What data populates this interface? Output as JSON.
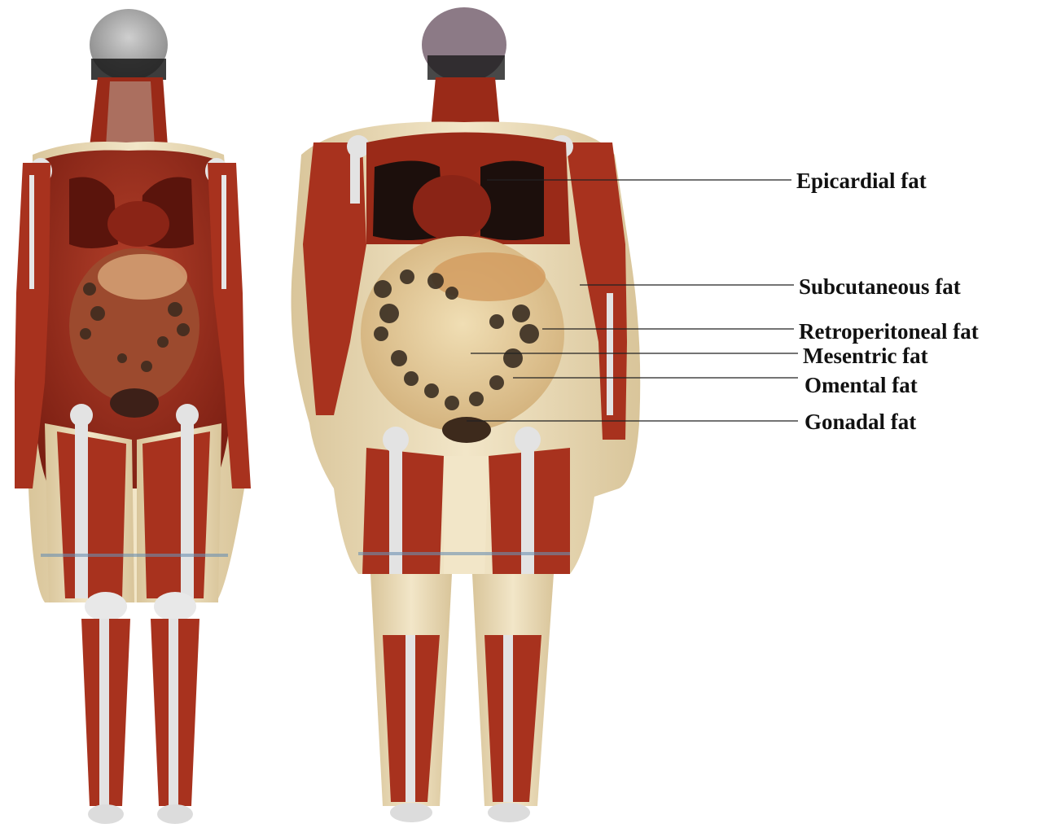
{
  "labels": {
    "epicardial": "Epicardial fat",
    "subcutaneous": "Subcutaneous fat",
    "retroperitoneal": "Retroperitoneal fat",
    "mesentric": "Mesentric fat",
    "omental": "Omental fat",
    "gonadal": "Gonadal fat"
  },
  "colors": {
    "muscle": "#a8321e",
    "muscle_dark": "#6e1c10",
    "fat": "#ecdcb8",
    "bone": "#e6e6e6",
    "lung": "#1c0f0c",
    "bowel_gas": "#3a2e22",
    "line": "#222222"
  }
}
